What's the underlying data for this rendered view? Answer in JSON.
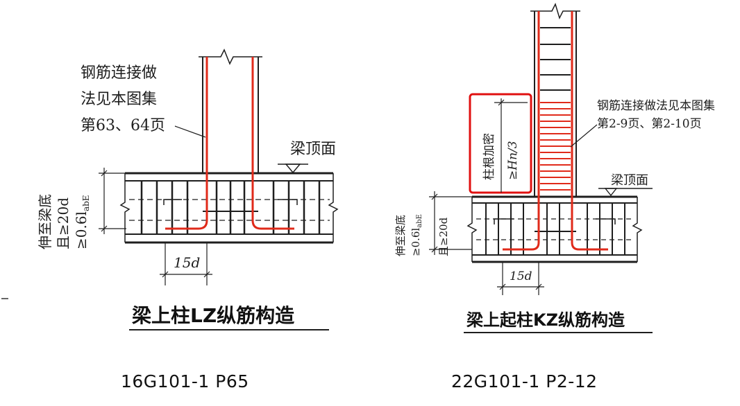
{
  "left_figure": {
    "note_lines": [
      "钢筋连接做",
      "法见本图集",
      "第63、64页"
    ],
    "beam_top_label": "梁顶面",
    "anchor_line1": "伸至梁底",
    "anchor_line2": "且≥20d",
    "anchor_line3": "≥0.6l",
    "anchor_sub": "abE",
    "dim_15d": "15d",
    "caption": "梁上柱LZ纵筋构造",
    "standard_ref": "16G101-1    P65"
  },
  "right_figure": {
    "note_line1": "钢筋连接做法见本图集",
    "note_line2": "第2-9页、第2-10页",
    "beam_top_label": "梁顶面",
    "densify_line1": "柱根加密",
    "densify_line2": "≥Hn/3",
    "anchor_line1": "伸至梁底",
    "anchor_line2": "≥0.6l",
    "anchor_sub": "abE",
    "anchor_line3": "且≥20d",
    "dim_15d": "15d",
    "caption": "梁上起柱KZ纵筋构造",
    "standard_ref": "22G101-1    P2-12"
  },
  "colors": {
    "rebar": "#e02a1a",
    "highlight_box": "#e01010",
    "line": "#1e1e1e"
  }
}
